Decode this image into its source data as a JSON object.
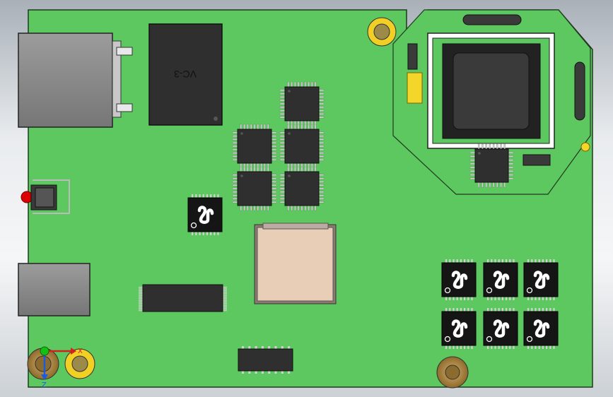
{
  "colors": {
    "board": "#5cc85f",
    "board_edge": "#1f3a1f",
    "chip": "#2f2f2f",
    "chip_outline": "#111111",
    "pin": "#d2d2d2",
    "connector": "#8a8a8a",
    "hole_ring": "#f1cf25",
    "hole_copper": "#b8893c",
    "plcc": "#e8cdb7",
    "yellow": "#f4d52a",
    "axis_x": "#d62020",
    "axis_y": "#1a5ce0",
    "axis_origin": "#15c015"
  },
  "labels": {
    "ic_marking": "VC-3",
    "axis_x": "X",
    "axis_y": "Z"
  },
  "icons": {
    "sensor_glyph": "swirl-icon"
  }
}
